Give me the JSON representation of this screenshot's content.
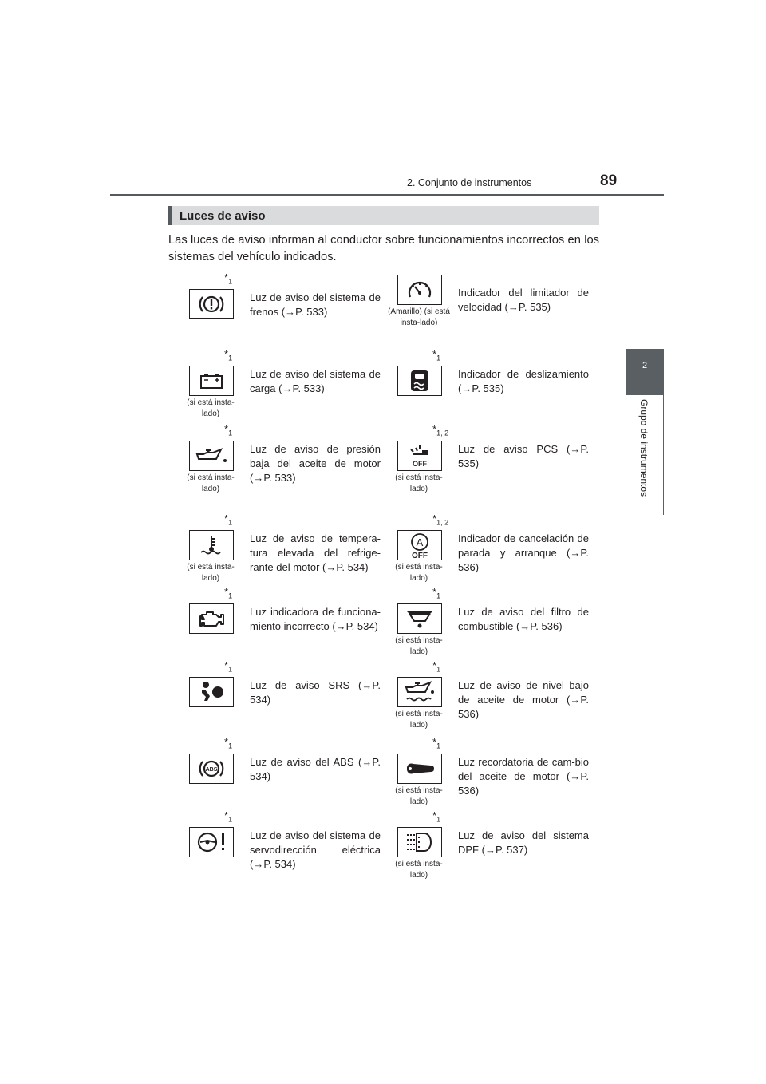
{
  "header": {
    "section": "2. Conjunto de instrumentos",
    "page_number": "89"
  },
  "side_tab": {
    "number": "2",
    "label": "Grupo de instrumentos"
  },
  "section": {
    "title": "Luces de aviso",
    "intro": "Las luces de aviso informan al conductor sobre funcionamientos incorrectos en los sistemas del vehículo indicados."
  },
  "left": [
    {
      "icon": "brake-warning-icon",
      "asterisk": "*",
      "footnote": "1",
      "note": "",
      "desc": "Luz de aviso del sistema de frenos (→P. 533)"
    },
    {
      "icon": "battery-icon",
      "asterisk": "*",
      "footnote": "1",
      "note": "(si está insta-lado)",
      "desc": "Luz de aviso del sistema de carga (→P. 533)"
    },
    {
      "icon": "oil-pressure-icon",
      "asterisk": "*",
      "footnote": "1",
      "note": "(si está insta-lado)",
      "desc": "Luz de aviso de presión baja del aceite de motor (→P. 533)"
    },
    {
      "icon": "coolant-temperature-icon",
      "asterisk": "*",
      "footnote": "1",
      "note": "(si está insta-lado)",
      "desc": "Luz de aviso de tempera-tura elevada del refrige-rante del motor (→P. 534)"
    },
    {
      "icon": "check-engine-icon",
      "asterisk": "*",
      "footnote": "1",
      "note": "",
      "desc": "Luz indicadora de funciona-miento incorrecto (→P. 534)"
    },
    {
      "icon": "srs-airbag-icon",
      "asterisk": "*",
      "footnote": "1",
      "note": "",
      "desc": "Luz de aviso SRS (→P. 534)"
    },
    {
      "icon": "abs-icon",
      "asterisk": "*",
      "footnote": "1",
      "note": "",
      "desc": "Luz de aviso del ABS (→P. 534)"
    },
    {
      "icon": "power-steering-icon",
      "asterisk": "*",
      "footnote": "1",
      "note": "",
      "desc": "Luz de aviso del sistema de servodirección eléctrica (→P. 534)"
    }
  ],
  "right": [
    {
      "icon": "speed-limiter-icon",
      "asterisk": "",
      "footnote": "",
      "note": "(Amarillo) (si está insta-lado)",
      "desc": "Indicador del limitador de velocidad (→P. 535)"
    },
    {
      "icon": "slip-indicator-icon",
      "asterisk": "*",
      "footnote": "1",
      "note": "",
      "desc": "Indicador de deslizamiento (→P. 535)"
    },
    {
      "icon": "pcs-off-icon",
      "asterisk": "*",
      "footnote": "1, 2",
      "note": "(si está insta-lado)",
      "desc": "Luz de aviso PCS (→P. 535)"
    },
    {
      "icon": "stop-start-off-icon",
      "asterisk": "*",
      "footnote": "1, 2",
      "note": "(si está insta-lado)",
      "desc": "Indicador de cancelación de parada y arranque (→P. 536)"
    },
    {
      "icon": "fuel-filter-icon",
      "asterisk": "*",
      "footnote": "1",
      "note": "(si está insta-lado)",
      "desc": "Luz de aviso del filtro de combustible (→P. 536)"
    },
    {
      "icon": "low-oil-level-icon",
      "asterisk": "*",
      "footnote": "1",
      "note": "(si está insta-lado)",
      "desc": "Luz de aviso de nivel bajo de aceite de motor (→P. 536)"
    },
    {
      "icon": "oil-maintenance-icon",
      "asterisk": "*",
      "footnote": "1",
      "note": "(si está insta-lado)",
      "desc": "Luz recordatoria de cam-bio del aceite de motor (→P. 536)"
    },
    {
      "icon": "dpf-icon",
      "asterisk": "*",
      "footnote": "1",
      "note": "(si está insta-lado)",
      "desc": "Luz de aviso del sistema DPF (→P. 537)"
    }
  ]
}
